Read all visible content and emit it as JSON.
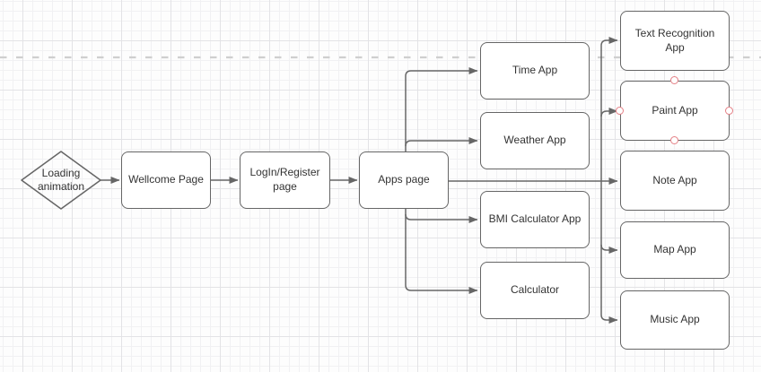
{
  "diagram": {
    "nodes": {
      "loading_animation": {
        "label": "Loading animation",
        "shape": "diamond"
      },
      "wellcome_page": {
        "label": "Wellcome Page",
        "shape": "rounded-rect"
      },
      "login_register_page": {
        "label": "LogIn/Register page",
        "shape": "rounded-rect"
      },
      "apps_page": {
        "label": "Apps page",
        "shape": "rounded-rect"
      },
      "time_app": {
        "label": "Time App",
        "shape": "rounded-rect"
      },
      "weather_app": {
        "label": "Weather App",
        "shape": "rounded-rect"
      },
      "bmi_calculator_app": {
        "label": "BMI Calculator App",
        "shape": "rounded-rect"
      },
      "calculator": {
        "label": "Calculator",
        "shape": "rounded-rect"
      },
      "text_recognition_app": {
        "label": "Text Recognition App",
        "shape": "rounded-rect"
      },
      "paint_app": {
        "label": "Paint App",
        "shape": "rounded-rect",
        "connection_points_visible": true
      },
      "note_app": {
        "label": "Note App",
        "shape": "rounded-rect"
      },
      "map_app": {
        "label": "Map App",
        "shape": "rounded-rect"
      },
      "music_app": {
        "label": "Music App",
        "shape": "rounded-rect"
      }
    },
    "edges": [
      {
        "from": "Loading animation",
        "to": "Wellcome Page"
      },
      {
        "from": "Wellcome Page",
        "to": "LogIn/Register page"
      },
      {
        "from": "LogIn/Register page",
        "to": "Apps page"
      },
      {
        "from": "Apps page",
        "to": "Time App"
      },
      {
        "from": "Apps page",
        "to": "Weather App"
      },
      {
        "from": "Apps page",
        "to": "BMI Calculator App"
      },
      {
        "from": "Apps page",
        "to": "Calculator"
      },
      {
        "from": "Apps page",
        "to": "Text Recognition App"
      },
      {
        "from": "Apps page",
        "to": "Paint App"
      },
      {
        "from": "Apps page",
        "to": "Note App"
      },
      {
        "from": "Apps page",
        "to": "Map App"
      },
      {
        "from": "Apps page",
        "to": "Music App"
      }
    ],
    "colors": {
      "background": "#fdfdfd",
      "grid_minor": "#f1f1f3",
      "grid_major": "#e3e3e6",
      "node_fill": "#ffffff",
      "node_border": "#666666",
      "edge_stroke": "#666666",
      "text": "#333333",
      "page_boundary_dash": "#cfcfcf",
      "connection_point": "#e57f85"
    }
  }
}
